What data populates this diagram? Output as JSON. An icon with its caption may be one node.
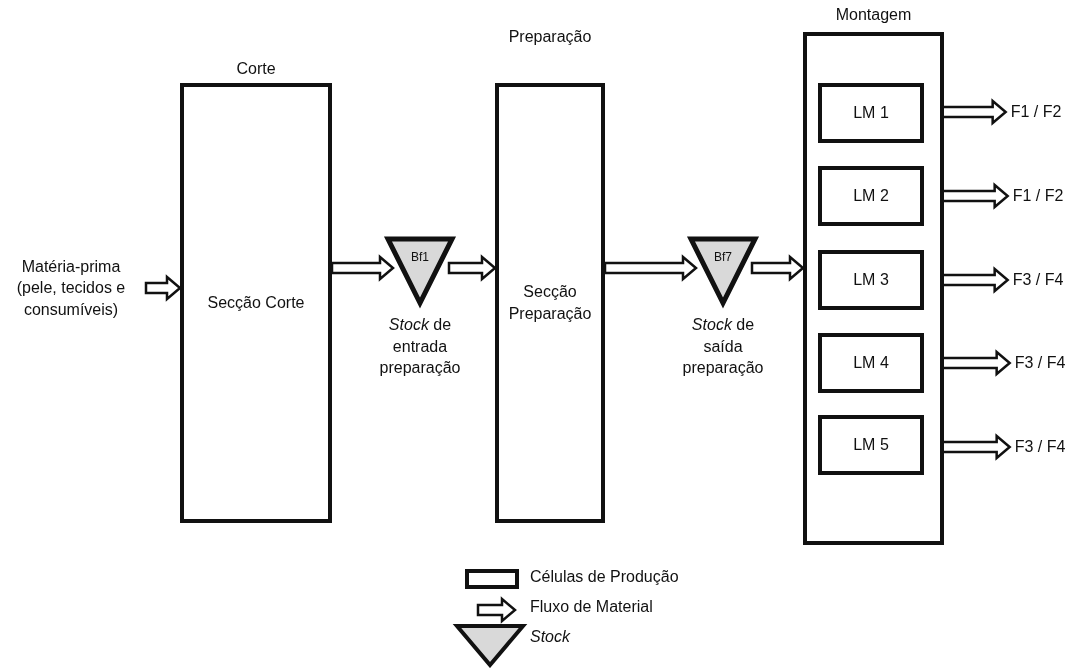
{
  "diagram": {
    "nodes": [
      {
        "text": [
          "Matéria-prima (pele, tecidos e consumíveis)"
        ]
      },
      {
        "text": [
          "Corte",
          "Secção Corte"
        ]
      },
      {
        "text": [
          "Bf1"
        ],
        "beside": [
          "*Stock* de entrada preparação"
        ]
      },
      {
        "text": [
          "Preparação",
          "Secção Preparação"
        ]
      },
      {
        "text": [
          "Bf7"
        ],
        "beside": [
          "*Stock* de saída preparação"
        ]
      },
      {
        "text": [
          "Montagem"
        ]
      },
      {
        "text": [
          "LM 1"
        ],
        "in": 5
      },
      {
        "text": [
          "LM 2"
        ],
        "in": 5
      },
      {
        "text": [
          "LM 3"
        ],
        "in": 5
      },
      {
        "text": [
          "LM 4"
        ],
        "in": 5
      },
      {
        "text": [
          "LM 5"
        ],
        "in": 5
      },
      {
        "text": [
          "F1 / F2"
        ]
      },
      {
        "text": [
          "F1 / F2"
        ]
      },
      {
        "text": [
          "F3 / F4"
        ]
      },
      {
        "text": [
          "F3 / F4"
        ]
      },
      {
        "text": [
          "F3 / F4"
        ]
      }
    ],
    "edges": [
      {
        "from": 0,
        "to": 1,
        "arrow": "to"
      },
      {
        "from": 1,
        "to": 2,
        "arrow": "to"
      },
      {
        "from": 2,
        "to": 3,
        "arrow": "to"
      },
      {
        "from": 3,
        "to": 4,
        "arrow": "to"
      },
      {
        "from": 4,
        "to": 5,
        "arrow": "to"
      },
      {
        "from": 6,
        "to": 11,
        "arrow": "to"
      },
      {
        "from": 7,
        "to": 12,
        "arrow": "to"
      },
      {
        "from": 8,
        "to": 13,
        "arrow": "to"
      },
      {
        "from": 9,
        "to": 14,
        "arrow": "to"
      },
      {
        "from": 10,
        "to": 15,
        "arrow": "to"
      }
    ],
    "legend": [
      {
        "text": "Células de Produção"
      },
      {
        "text": "Fluxo de Material"
      },
      {
        "text": "Stock"
      }
    ]
  }
}
